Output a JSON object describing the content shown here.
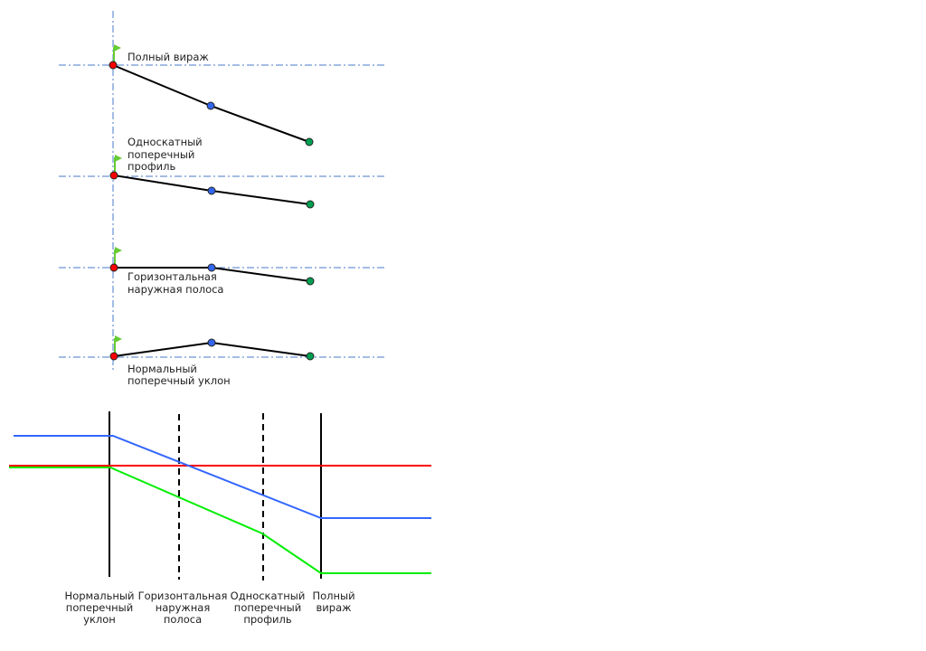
{
  "profiles": [
    {
      "label_lines": [
        "Полный вираж"
      ]
    },
    {
      "label_lines": [
        "Односкатный",
        "поперечный",
        "профиль"
      ]
    },
    {
      "label_lines": [
        "Горизонтальная",
        "наружная полоса"
      ]
    },
    {
      "label_lines": [
        "Нормальный",
        "поперечный уклон"
      ]
    }
  ],
  "stations": [
    {
      "label_lines": [
        "Нормальный",
        "поперечный",
        "уклон"
      ]
    },
    {
      "label_lines": [
        "Горизонтальная",
        "наружная",
        "полоса"
      ]
    },
    {
      "label_lines": [
        "Односкатный",
        "поперечный",
        "профиль"
      ]
    },
    {
      "label_lines": [
        "Полный",
        "вираж"
      ]
    }
  ],
  "colors": {
    "pivot_point": "#ff0000",
    "middle_point": "#3366ee",
    "edge_point": "#00a050",
    "centerline": "#ff0000",
    "right_edge_line": "#3366ff",
    "left_edge_line": "#00ee00",
    "flag": "#66cc33"
  }
}
